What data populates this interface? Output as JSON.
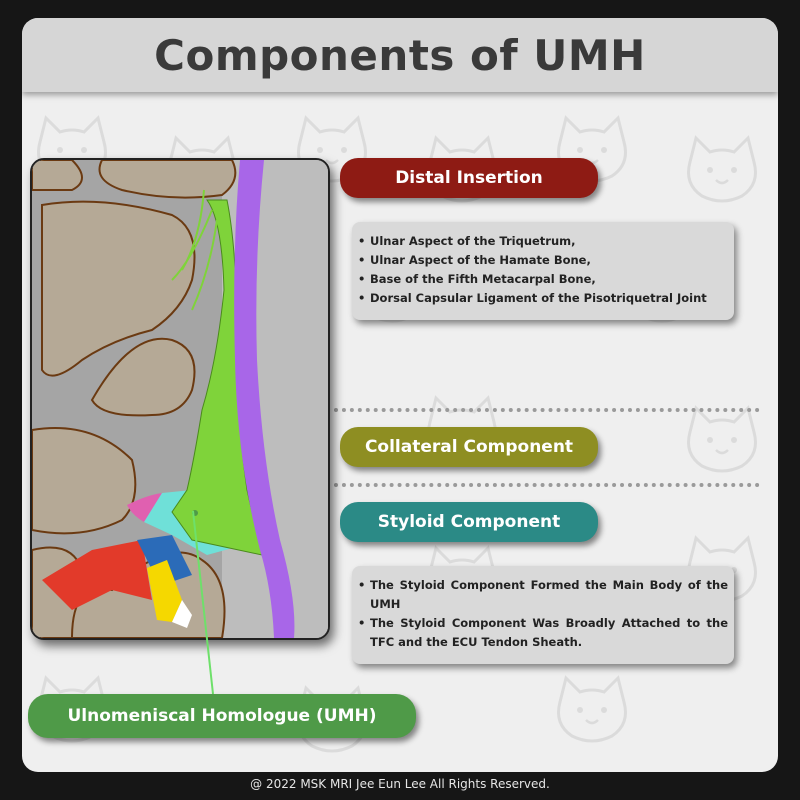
{
  "title": "Components of UMH",
  "labels": {
    "distal_insertion": "Distal Insertion",
    "collateral_component": "Collateral Component",
    "styloid_component": "Styloid Component",
    "umh": "Ulnomeniscal Homologue (UMH)"
  },
  "distal_insertion_items": [
    "Ulnar Aspect of the Triquetrum,",
    "Ulnar Aspect of the Hamate Bone,",
    "Base of the Fifth Metacarpal Bone,",
    "Dorsal Capsular Ligament of the Pisotriquetral Joint"
  ],
  "styloid_items": [
    "The Styloid Component Formed the Main Body of the UMH",
    "The Styloid Component Was Broadly Attached to the TFC and the ECU Tendon Sheath."
  ],
  "footer": "@ 2022 MSK MRI Jee Eun Lee All Rights Reserved.",
  "colors": {
    "distal_insertion": "#8e1b14",
    "collateral_component": "#8e8e22",
    "styloid_component": "#2b8a86",
    "umh": "#4f9a48",
    "purple_band": "#a866e8",
    "green_structure": "#7fd33a",
    "cyan_region": "#6fe0d8",
    "bone": "#b5a996"
  },
  "icons": {
    "background": "cat-face-pattern-icon"
  }
}
